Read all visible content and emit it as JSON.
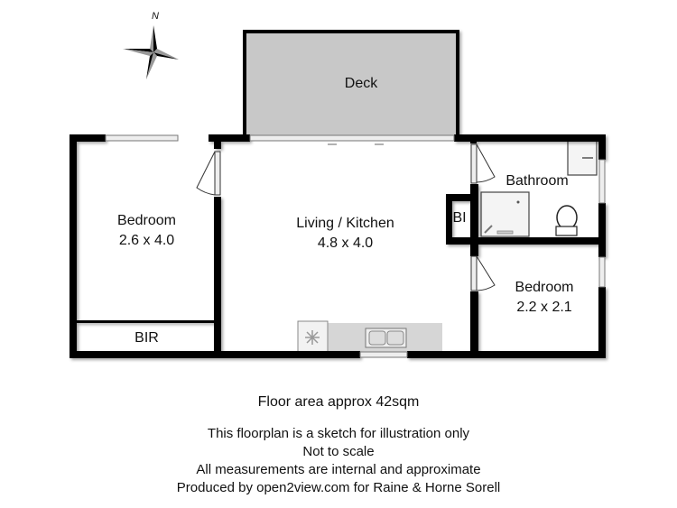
{
  "compass": {
    "label": "N",
    "icon": "compass-rose-icon"
  },
  "rooms": [
    {
      "id": "deck",
      "name": "Deck",
      "dims": ""
    },
    {
      "id": "bedroom-1",
      "name": "Bedroom",
      "dims": "2.6 x 4.0"
    },
    {
      "id": "living-kitchen",
      "name": "Living / Kitchen",
      "dims": "4.8 x 4.0"
    },
    {
      "id": "bathroom",
      "name": "Bathroom",
      "dims": ""
    },
    {
      "id": "bi",
      "name": "BI",
      "dims": ""
    },
    {
      "id": "bedroom-2",
      "name": "Bedroom",
      "dims": "2.2 x 2.1"
    },
    {
      "id": "bir",
      "name": "BIR",
      "dims": ""
    }
  ],
  "fixtures": [
    "oven-icon",
    "double-sink-icon",
    "shower-icon",
    "toilet-icon",
    "vanity-icon"
  ],
  "notes": {
    "floor_area": "Floor area approx 42sqm",
    "lines": [
      "This floorplan is a sketch for illustration only",
      "Not to scale",
      "All measurements are internal and approximate",
      "Produced by open2view.com for Raine & Horne Sorell"
    ]
  },
  "colors": {
    "wall": "#000000",
    "deck": "#c8c8c8",
    "counter": "#d6d6d6",
    "background": "#ffffff"
  }
}
